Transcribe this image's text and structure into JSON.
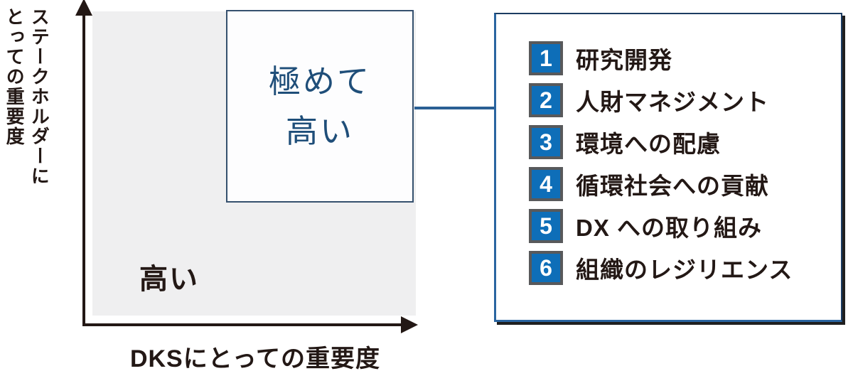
{
  "diagram": {
    "y_axis": {
      "label_column_right": "ステークホルダーに",
      "label_column_left": "とっての重要度"
    },
    "x_axis": {
      "label": "DKSにとっての重要度"
    },
    "quadrants": {
      "extremely_high_line1": "極めて",
      "extremely_high_line2": "高い",
      "high": "高い"
    }
  },
  "legend": {
    "items": [
      {
        "number": "1",
        "label": "研究開発"
      },
      {
        "number": "2",
        "label": "人財マネジメント"
      },
      {
        "number": "3",
        "label": "環境への配慮"
      },
      {
        "number": "4",
        "label": "循環社会への貢献"
      },
      {
        "number": "5",
        "label": "DX への取り組み"
      },
      {
        "number": "6",
        "label": "組織のレジリエンス"
      }
    ]
  },
  "colors": {
    "chip_blue": "#0e6eb8",
    "chip_border_gray": "#58595b",
    "panel_border_navy": "#1c3c62",
    "panel_accent_blue": "#2a65a0",
    "deep_blue_text": "#1f4e79",
    "connector_blue": "#2a5f94",
    "quadrant_gray": "#efeff0",
    "text_dark": "#231815"
  }
}
